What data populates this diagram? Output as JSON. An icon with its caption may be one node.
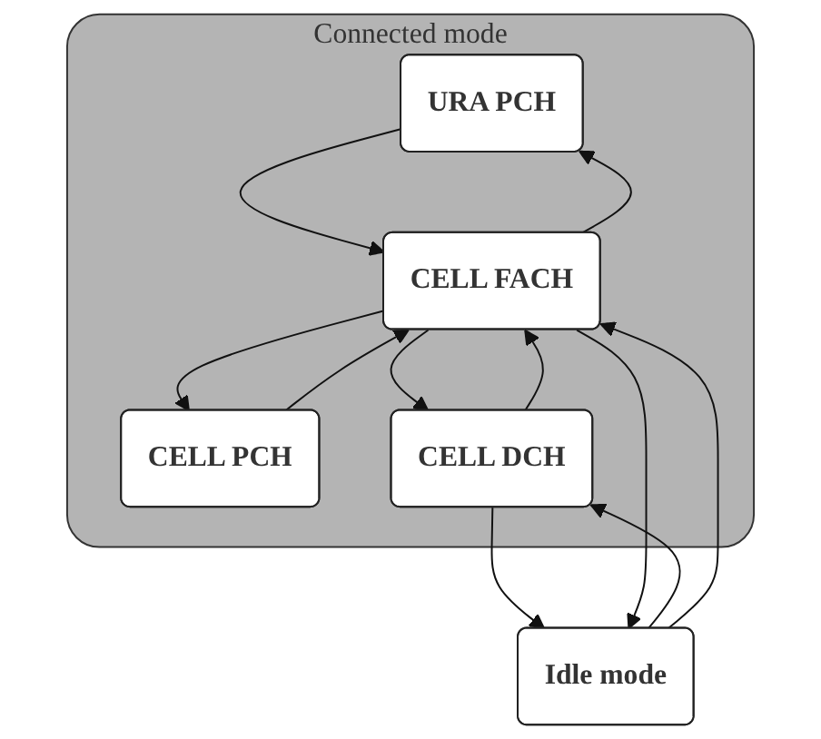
{
  "diagram": {
    "nodes": [
      {
        "text": [
          "Connected mode"
        ]
      },
      {
        "text": [
          "URA PCH"
        ],
        "in": 0
      },
      {
        "text": [
          "CELL PCH"
        ],
        "in": 0
      },
      {
        "text": [
          "CELL DCH"
        ],
        "in": 0
      },
      {
        "text": [
          "CELL FACH"
        ],
        "in": 0
      },
      {
        "text": [
          "Idle mode"
        ]
      }
    ],
    "edges": [
      {
        "from": 1,
        "to": 4,
        "arrow": "to"
      },
      {
        "from": 4,
        "to": 1,
        "arrow": "to"
      },
      {
        "from": 2,
        "to": 4,
        "arrow": "to"
      },
      {
        "from": 4,
        "to": 2,
        "arrow": "to"
      },
      {
        "from": 4,
        "to": 3,
        "arrow": "to"
      },
      {
        "from": 3,
        "to": 4,
        "arrow": "to"
      },
      {
        "from": 3,
        "to": 5,
        "arrow": "to"
      },
      {
        "from": 5,
        "to": 3,
        "arrow": "to"
      },
      {
        "from": 4,
        "to": 5,
        "arrow": "to"
      },
      {
        "from": 5,
        "to": 4,
        "arrow": "to"
      }
    ]
  }
}
